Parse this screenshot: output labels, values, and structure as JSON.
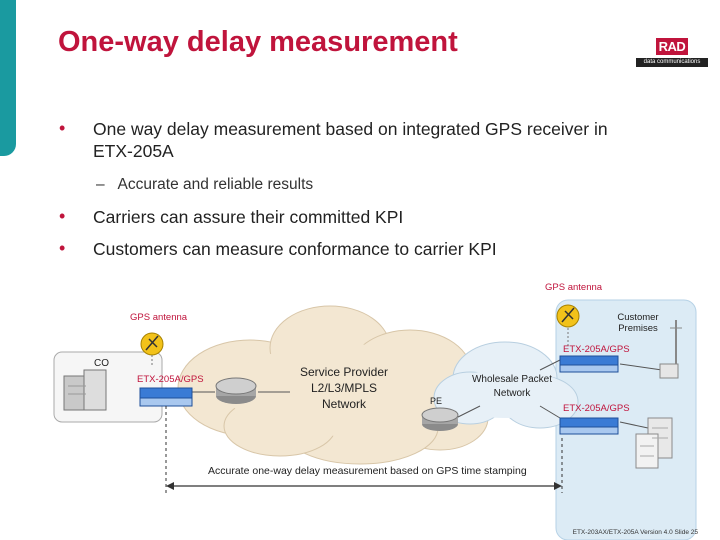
{
  "slide": {
    "title": "One-way delay measurement",
    "slide_footer": "ETX-203AX/ETX-205A Version 4.0 Slide 25"
  },
  "logo": {
    "name": "RAD",
    "tagline": "data communications"
  },
  "bullets": [
    {
      "text": "One way delay measurement based on integrated GPS receiver in ETX-205A",
      "sub": "Accurate and reliable results"
    },
    {
      "text": "Carriers can assure their committed KPI"
    },
    {
      "text": "Customers can measure conformance to carrier KPI"
    }
  ],
  "diagram": {
    "gps_antenna_left": "GPS antenna",
    "gps_antenna_right": "GPS antenna",
    "customer_premises": "Customer Premises",
    "co": "CO",
    "etx_co": "ETX-205A/GPS",
    "etx_cp1": "ETX-205A/GPS",
    "etx_cp2": "ETX-205A/GPS",
    "service_provider": "Service Provider L2/L3/MPLS Network",
    "pe": "PE",
    "wholesale": "Wholesale Packet Network",
    "measurement": "Accurate one-way delay measurement based on GPS time stamping"
  },
  "colors": {
    "accent": "#c0143c",
    "teal": "#1a9aa0",
    "cloud": "#f3e7d2",
    "blue_panel": "#dcebf5"
  },
  "icons": [
    "satellite-dish-icon",
    "router-icon",
    "server-icon",
    "building-icon",
    "antenna-tower-icon"
  ]
}
